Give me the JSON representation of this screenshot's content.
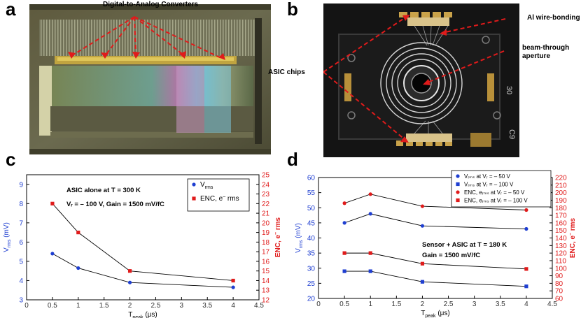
{
  "panels": {
    "a": "a",
    "b": "b",
    "c": "c",
    "d": "d"
  },
  "photo_a": {
    "callout": "Digital-to-Analog Converters"
  },
  "photo_b": {
    "label_asic": "ASIC chips",
    "label_al": "Al wire-bonding",
    "label_beam_1": "beam-through",
    "label_beam_2": "aperture",
    "board_text_1": "C9",
    "board_text_2": "30"
  },
  "colors": {
    "blue": "#1f3fd1",
    "red": "#e01b1b",
    "line": "#000000"
  },
  "chart_data": [
    {
      "type": "line",
      "panel": "c",
      "annotation_1": "ASIC alone at T = 300 K",
      "annotation_2": "Vᵣ = – 100 V, Gain = 1500 mV/fC",
      "xlabel_main": "T",
      "xlabel_sub": "peak",
      "xlabel_unit": "(μs)",
      "ylabel_main": "V",
      "ylabel_sub": "rms",
      "ylabel_unit": "(mV)",
      "y2label_main": "ENC, e",
      "y2label_sup": "–",
      "y2label_unit": "rms",
      "xlim": [
        0,
        4.5
      ],
      "ylim": [
        3,
        9.5
      ],
      "y2lim": [
        12,
        25
      ],
      "xticks": [
        "0",
        "0.5",
        "1",
        "1.5",
        "2",
        "2.5",
        "3",
        "3.5",
        "4",
        "4.5"
      ],
      "yticks": [
        "3",
        "4",
        "5",
        "6",
        "7",
        "8",
        "9"
      ],
      "y2ticks": [
        "12",
        "13",
        "14",
        "15",
        "16",
        "17",
        "18",
        "19",
        "20",
        "21",
        "22",
        "23",
        "24",
        "25"
      ],
      "legend": [
        {
          "main": "V",
          "sub": "rms",
          "rest": "",
          "marker": "circle",
          "color": "#1f3fd1"
        },
        {
          "main": "ENC, e",
          "sup": "–",
          "rest": " rms",
          "marker": "square",
          "color": "#e01b1b"
        }
      ],
      "series": [
        {
          "axis": "left",
          "marker": "circle",
          "color": "#1f3fd1",
          "x": [
            0.5,
            1,
            2,
            4
          ],
          "y": [
            5.4,
            4.65,
            3.9,
            3.65
          ]
        },
        {
          "axis": "right",
          "marker": "square",
          "color": "#e01b1b",
          "x": [
            0.5,
            1,
            2,
            4
          ],
          "y": [
            22,
            19,
            15,
            14
          ]
        }
      ]
    },
    {
      "type": "line",
      "panel": "d",
      "annotation_1": "Sensor + ASIC at T = 180 K",
      "annotation_2": "Gain = 1500 mV/fC",
      "xlabel_main": "T",
      "xlabel_sub": "peak",
      "xlabel_unit": "(μs)",
      "ylabel_main": "V",
      "ylabel_sub": "rms",
      "ylabel_unit": "(mV)",
      "y2label_main": "ENC, e",
      "y2label_sup": "–",
      "y2label_unit": "rms",
      "xlim": [
        0,
        4.5
      ],
      "ylim": [
        20,
        60
      ],
      "y2lim": [
        60,
        220
      ],
      "xticks": [
        "0",
        "0.5",
        "1",
        "1.5",
        "2",
        "2.5",
        "3",
        "3.5",
        "4",
        "4.5"
      ],
      "yticks": [
        "20",
        "25",
        "30",
        "35",
        "40",
        "45",
        "50",
        "55",
        "60"
      ],
      "y2ticks": [
        "60",
        "70",
        "80",
        "90",
        "100",
        "110",
        "120",
        "130",
        "140",
        "150",
        "160",
        "170",
        "180",
        "190",
        "200",
        "210",
        "220"
      ],
      "legend": [
        {
          "text": "Vᵣₘₛ at Vᵣ = – 50 V",
          "marker": "circle",
          "color": "#1f3fd1"
        },
        {
          "text": "Vᵣₘₛ at Vᵣ = – 100 V",
          "marker": "square",
          "color": "#1f3fd1"
        },
        {
          "text": "ENC, eᵣₘₛ at Vᵣ = – 50 V",
          "marker": "circle",
          "color": "#e01b1b"
        },
        {
          "text": "ENC, eᵣₘₛ at Vᵣ = – 100 V",
          "marker": "square",
          "color": "#e01b1b"
        }
      ],
      "series": [
        {
          "axis": "left",
          "marker": "circle",
          "color": "#1f3fd1",
          "x": [
            0.5,
            1,
            2,
            4
          ],
          "y": [
            45,
            48,
            44,
            43
          ]
        },
        {
          "axis": "left",
          "marker": "square",
          "color": "#1f3fd1",
          "x": [
            0.5,
            1,
            2,
            4
          ],
          "y": [
            29,
            29,
            25.5,
            24
          ]
        },
        {
          "axis": "right",
          "marker": "circle",
          "color": "#e01b1b",
          "x": [
            0.5,
            1,
            2,
            4
          ],
          "y": [
            186,
            198,
            182,
            177
          ]
        },
        {
          "axis": "right",
          "marker": "square",
          "color": "#e01b1b",
          "x": [
            0.5,
            1,
            2,
            4
          ],
          "y": [
            120,
            120,
            106,
            99
          ]
        }
      ]
    }
  ]
}
